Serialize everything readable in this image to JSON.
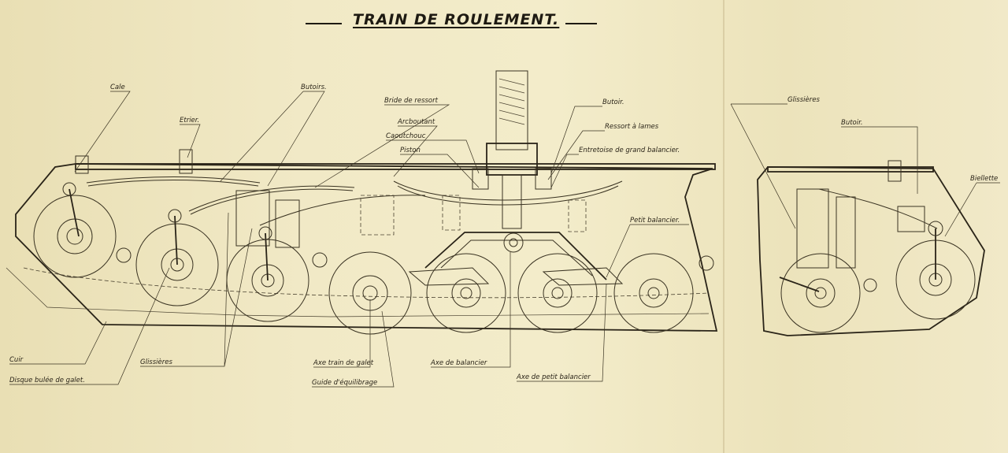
{
  "title": "TRAIN DE ROULEMENT.",
  "labels": {
    "cale": "Cale",
    "etrier": "Etrier.",
    "butoirs": "Butoirs.",
    "bride_de_ressort": "Bride de ressort",
    "arcboutant": "Arcboutant",
    "caoutchouc": "Caoutchouc",
    "piston": "Piston",
    "butoir_center": "Butoir.",
    "ressort_a_lames": "Ressort à lames",
    "entretoise": "Entretoise de grand balancier.",
    "petit_balancier": "Petit balancier.",
    "glissieres_right": "Glissières",
    "butoir_right": "Butoir.",
    "biellette": "Biellette",
    "cuir": "Cuir",
    "disque": "Disque bulée de galet.",
    "glissieres_left": "Glissières",
    "axe_train": "Axe train de galet",
    "guide_equilibrage": "Guide d'équilibrage",
    "axe_balancier": "Axe de balancier",
    "axe_petit_balancier": "Axe de petit balancier"
  }
}
